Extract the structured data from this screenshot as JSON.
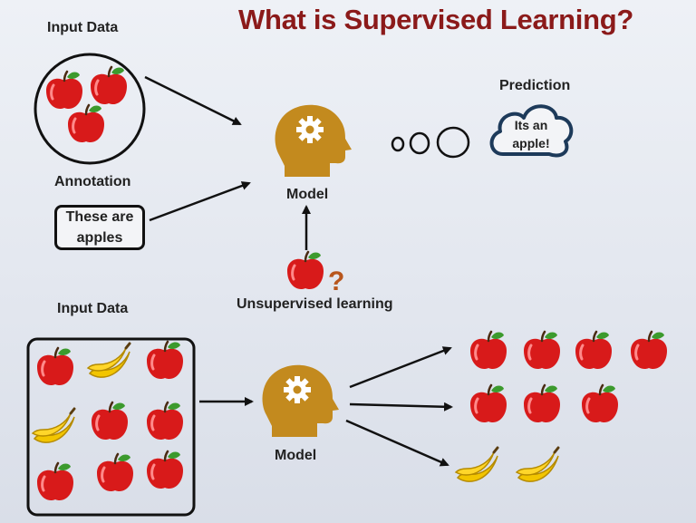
{
  "title": "What is Supervised Learning?",
  "supervised": {
    "input_label": "Input Data",
    "annotation_label": "Annotation",
    "annotation_text_line1": "These are",
    "annotation_text_line2": "apples",
    "model_label": "Model",
    "prediction_label": "Prediction",
    "prediction_text_line1": "Its an",
    "prediction_text_line2": "apple!"
  },
  "unsupervised": {
    "label": "Unsupervised learning",
    "question_mark": "?",
    "input_label": "Input Data",
    "model_label": "Model"
  },
  "colors": {
    "title": "#8b1a1a",
    "apple": "#d81a1a",
    "banana": "#f2c500",
    "model_head": "#c38a1e",
    "cloud_outline": "#1d3a5a",
    "question_mark": "#b8561c"
  },
  "icons": [
    "apple-icon",
    "banana-icon",
    "head-gear-icon",
    "thought-cloud-icon",
    "arrow-icon"
  ]
}
